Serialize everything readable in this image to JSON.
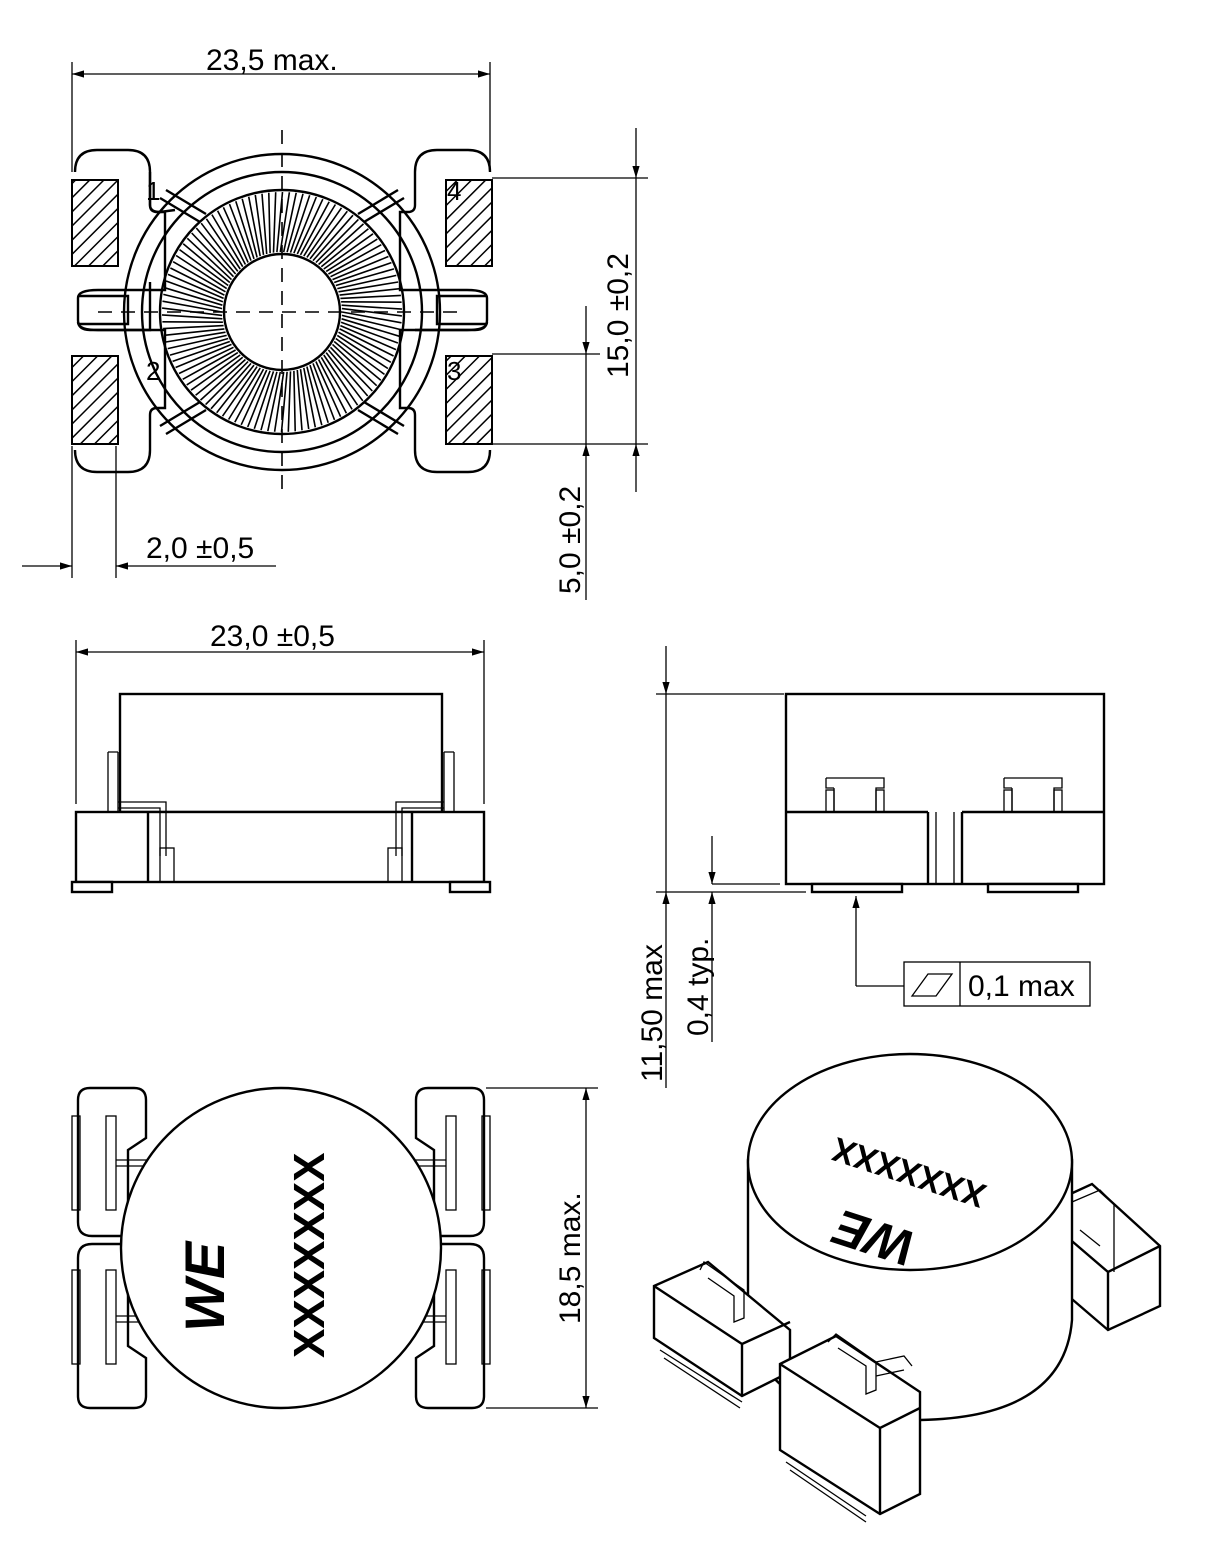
{
  "dimensions": {
    "top_width": "23,5  max.",
    "top_height": "15,0 ±0,2",
    "pad_pitch": "5,0 ±0,2",
    "pad_length": "2,0 ±0,5",
    "side_width": "23,0 ±0,5",
    "total_height": "11,50 max",
    "standoff": "0,4 typ.",
    "coplanarity": "0,1 max",
    "bottom_depth": "18,5 max."
  },
  "pins": [
    "1",
    "2",
    "3",
    "4"
  ],
  "marking": {
    "brand": "WE",
    "code": "XXXXXXX"
  }
}
